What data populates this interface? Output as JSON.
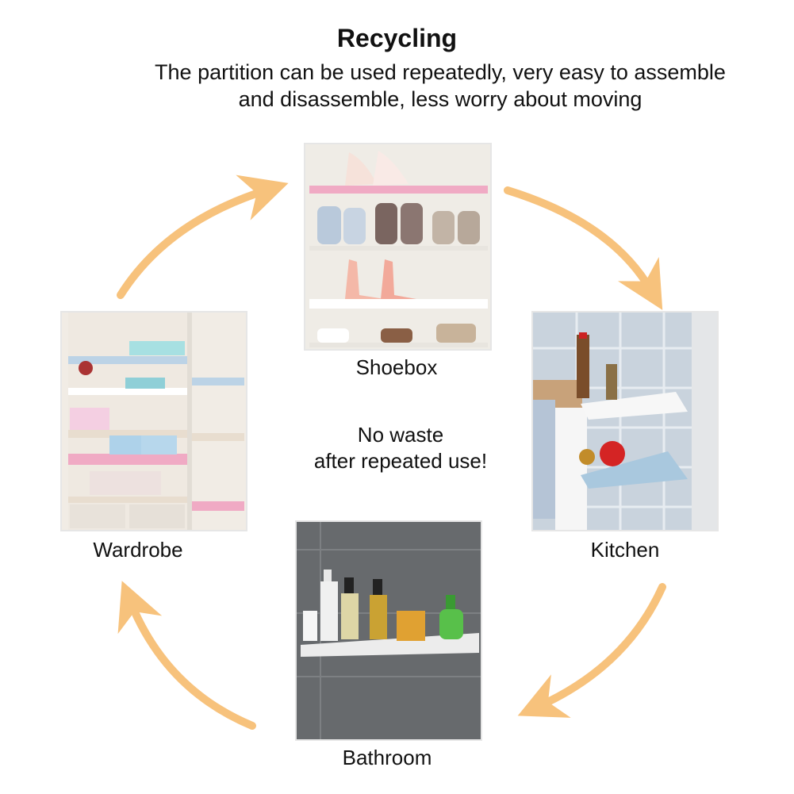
{
  "title": "Recycling",
  "subtitle_line1": "The partition can be used repeatedly, very easy to assemble",
  "subtitle_line2": "and disassemble, less worry about moving",
  "center_line1": "No waste",
  "center_line2": "after repeated use!",
  "labels": {
    "shoebox": "Shoebox",
    "kitchen": "Kitchen",
    "bathroom": "Bathroom",
    "wardrobe": "Wardrobe"
  },
  "colors": {
    "arrow": "#f7c27c",
    "pink_shelf": "#f0aac4",
    "blue_shelf": "#bcd3e6"
  }
}
